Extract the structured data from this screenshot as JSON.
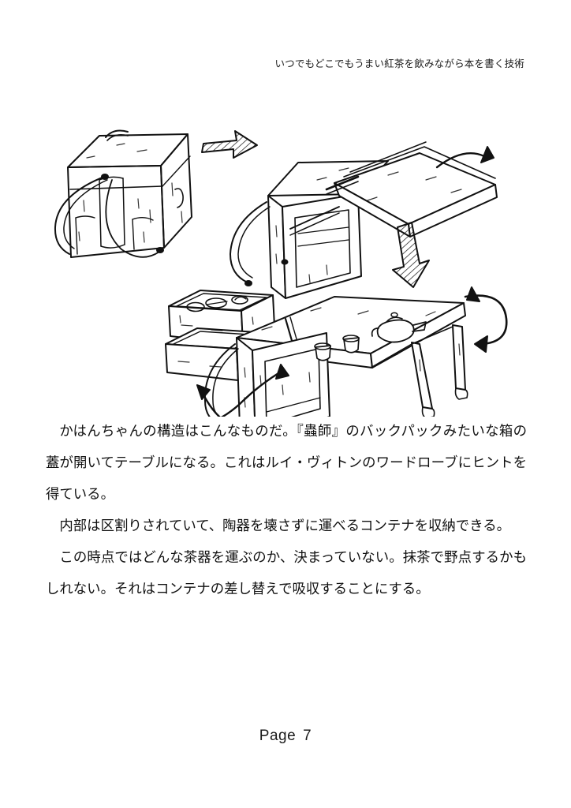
{
  "document": {
    "running_header": "いつでもどこでもうまい紅茶を飲みながら本を書く技術",
    "footer_label": "Page",
    "page_number": "7",
    "ink_color": "#111111",
    "paper_color": "#ffffff"
  },
  "figure": {
    "caption": "",
    "alt": "かばんが開いてテーブルになる構造の手描き説明図",
    "stroke_color": "#111111",
    "parts": [
      {
        "name": "backpack-closed",
        "label": ""
      },
      {
        "name": "box-lid-opening",
        "label": ""
      },
      {
        "name": "arrow-right-hatched",
        "label": ""
      },
      {
        "name": "arrow-curve-right",
        "label": ""
      },
      {
        "name": "arrow-down-hatched",
        "label": ""
      },
      {
        "name": "container-trays",
        "label": ""
      },
      {
        "name": "table-assembled",
        "label": ""
      },
      {
        "name": "teapot",
        "label": ""
      },
      {
        "name": "teacup-left",
        "label": ""
      },
      {
        "name": "teacup-right",
        "label": ""
      },
      {
        "name": "arrow-curve-double-right",
        "label": ""
      },
      {
        "name": "arrow-tray-insert",
        "label": ""
      }
    ]
  },
  "body": {
    "paragraphs": [
      "かはんちゃんの構造はこんなものだ。『蟲師』のバックパックみたいな箱の蓋が開いてテーブルになる。これはルイ・ヴィトンのワードローブにヒントを得ている。",
      "内部は区割りされていて、陶器を壊さずに運べるコンテナを収納できる。",
      "この時点ではどんな茶器を運ぶのか、決まっていない。抹茶で野点するかもしれない。それはコンテナの差し替えで吸収することにする。"
    ]
  }
}
